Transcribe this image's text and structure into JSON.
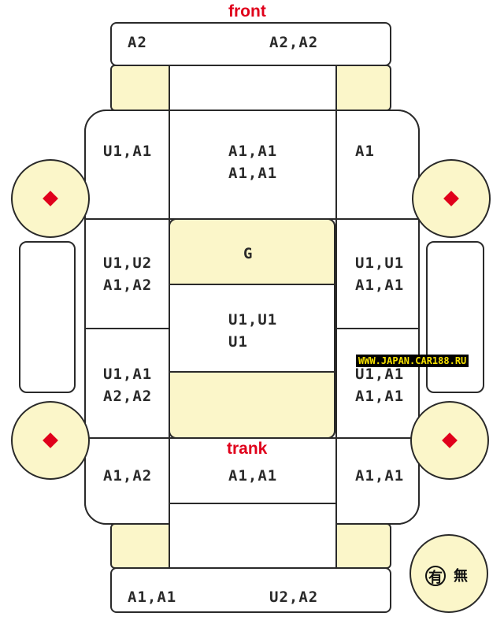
{
  "labels": {
    "front": "front",
    "trunk": "trank"
  },
  "panels": {
    "front_bumper_left": "A2",
    "front_bumper_right": "A2,A2",
    "left_front_fender": "U1,A1",
    "hood_line1": "A1,A1",
    "hood_line2": "A1,A1",
    "right_front_fender": "A1",
    "left_front_door_line1": "U1,U2",
    "left_front_door_line2": "A1,A2",
    "roof_front": "G",
    "right_front_door_line1": "U1,U1",
    "right_front_door_line2": "A1,A1",
    "roof_line1": "U1,U1",
    "roof_line2": "U1",
    "left_rear_door_line1": "U1,A1",
    "left_rear_door_line2": "A2,A2",
    "right_rear_door_line1": "U1,A1",
    "right_rear_door_line2": "A1,A1",
    "left_rear_fender": "A1,A2",
    "trunk_lid": "A1,A1",
    "right_rear_fender": "A1,A1",
    "rear_bumper_left": "A1,A1",
    "rear_bumper_right": "U2,A2"
  },
  "watermark": "WWW.JAPAN.CAR188.RU",
  "legend": {
    "yes": "有",
    "no": "無"
  }
}
